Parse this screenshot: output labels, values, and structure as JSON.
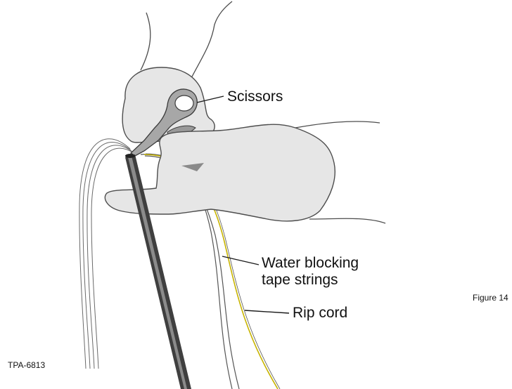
{
  "labels": {
    "scissors": "Scissors",
    "water_blocking_line1": "Water blocking",
    "water_blocking_line2": "tape strings",
    "rip_cord": "Rip cord"
  },
  "figure_caption": "Figure 14",
  "figure_id": "TPA-6813",
  "colors": {
    "glove": "#e6e6e6",
    "outline": "#4d4d4d",
    "cable": "#3f3f3f",
    "scissors": "#a7a7a7",
    "rip_cord": "#c8b400"
  }
}
